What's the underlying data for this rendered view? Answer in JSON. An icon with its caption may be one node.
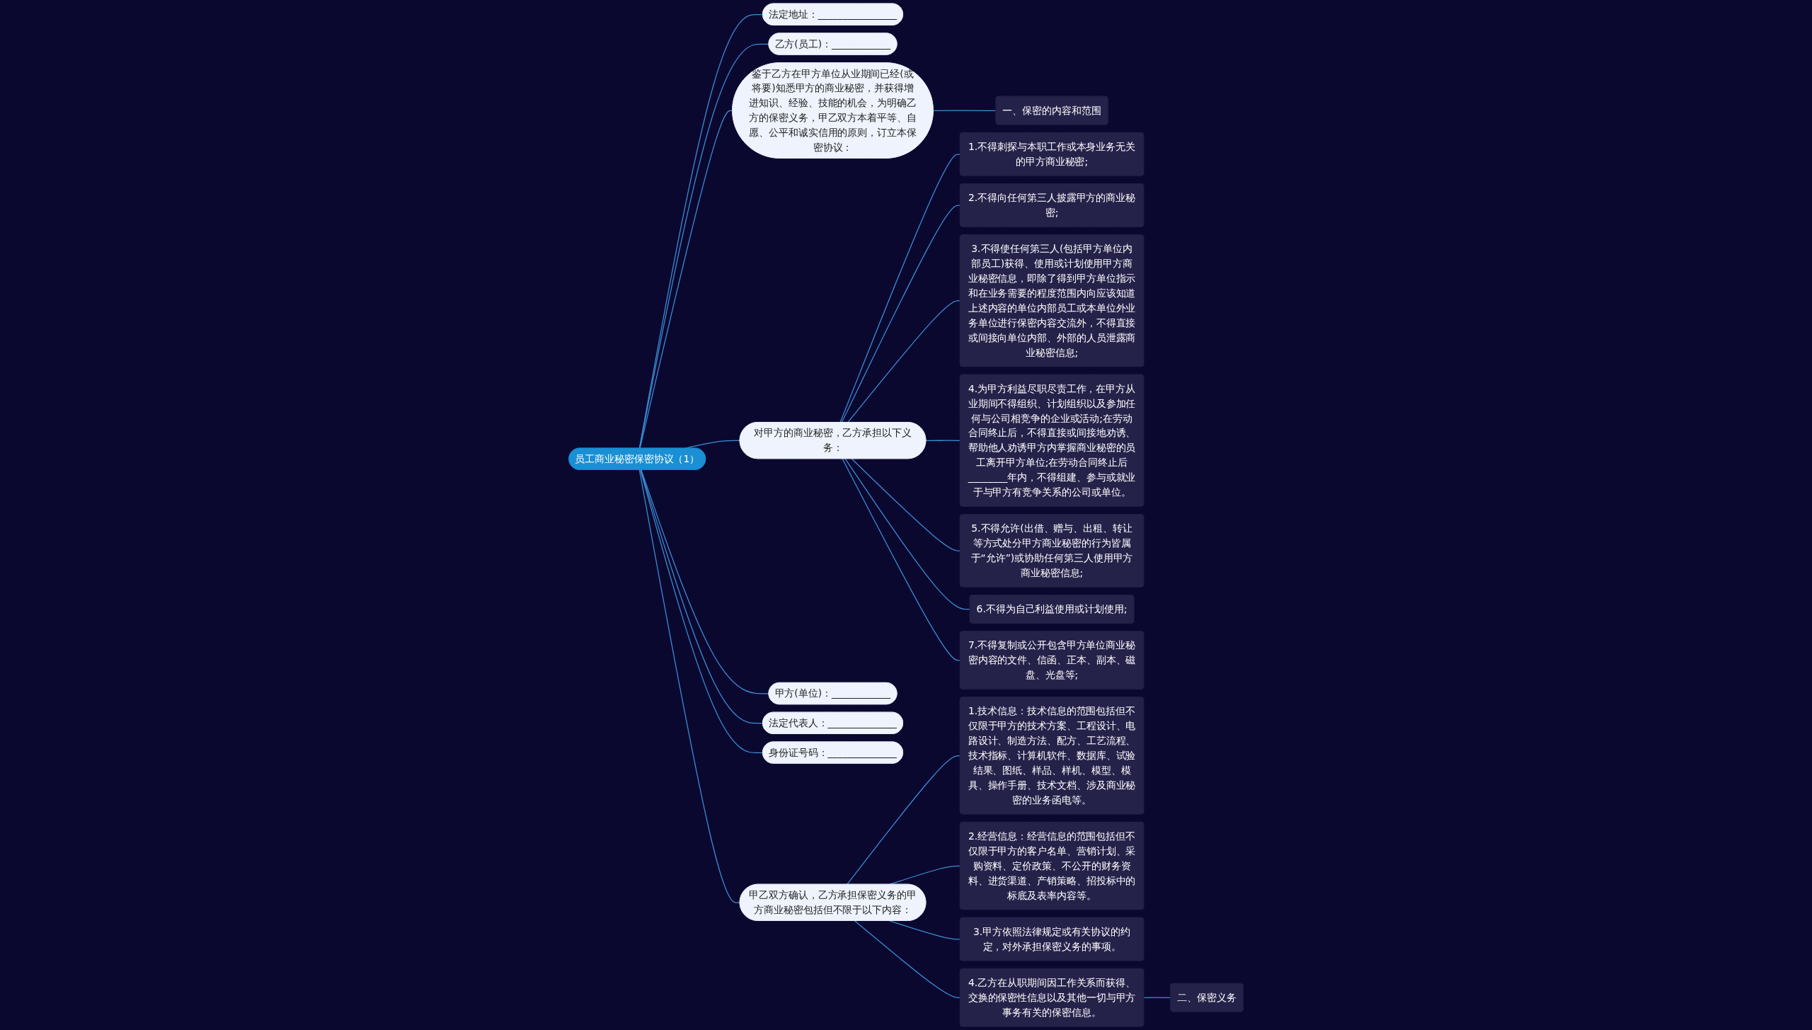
{
  "diagram": {
    "nodes": [
      {
        "text": [
          "员工商业秘密保密协议（1）"
        ]
      },
      {
        "text": [
          "法定地址：________________"
        ]
      },
      {
        "text": [
          "乙方(员工)：____________"
        ]
      },
      {
        "text": [
          "鉴于乙方在甲方单位从业期间已经(或将要)知悉甲方的商业秘密，并获得增进知识、经验、技能的机会，为明确乙方的保密义务，甲乙双方本着平等、自愿、公平和诚实信用的原则，订立本保密协议："
        ]
      },
      {
        "text": [
          "一、保密的内容和范围"
        ]
      },
      {
        "text": [
          "对甲方的商业秘密，乙方承担以下义务："
        ]
      },
      {
        "text": [
          "1.不得刺探与本职工作或本身业务无关的甲方商业秘密;"
        ]
      },
      {
        "text": [
          "2.不得向任何第三人披露甲方的商业秘密;"
        ]
      },
      {
        "text": [
          "3.不得使任何第三人(包括甲方单位内部员工)获得、使用或计划使用甲方商业秘密信息，即除了得到甲方单位指示和在业务需要的程度范围内向应该知道上述内容的单位内部员工或本单位外业务单位进行保密内容交流外，不得直接或间接向单位内部、外部的人员泄露商业秘密信息;"
        ]
      },
      {
        "text": [
          "4.为甲方利益尽职尽责工作，在甲方从业期间不得组织、计划组织以及参加任何与公司相竞争的企业或活动;在劳动合同终止后，不得直接或间接地劝诱、帮助他人劝诱甲方内掌握商业秘密的员工离开甲方单位;在劳动合同终止后________年内，不得组建、参与或就业于与甲方有竞争关系的公司或单位。"
        ]
      },
      {
        "text": [
          "5.不得允许(出借、赠与、出租、转让等方式处分甲方商业秘密的行为皆属于“允许”)或协助任何第三人使用甲方商业秘密信息;"
        ]
      },
      {
        "text": [
          "6.不得为自己利益使用或计划使用;"
        ]
      },
      {
        "text": [
          "7.不得复制或公开包含甲方单位商业秘密内容的文件、信函、正本、副本、磁盘、光盘等;"
        ]
      },
      {
        "text": [
          "甲方(单位)：____________"
        ]
      },
      {
        "text": [
          "法定代表人：______________"
        ]
      },
      {
        "text": [
          "身份证号码：______________"
        ]
      },
      {
        "text": [
          "甲乙双方确认，乙方承担保密义务的甲方商业秘密包括但不限于以下内容："
        ]
      },
      {
        "text": [
          "1.技术信息：技术信息的范围包括但不仅限于甲方的技术方案、工程设计、电路设计、制造方法、配方、工艺流程、技术指标、计算机软件、数据库、试验结果、图纸、样品、样机、模型、模具、操作手册、技术文档、涉及商业秘密的业务函电等。"
        ]
      },
      {
        "text": [
          "2.经营信息：经营信息的范围包括但不仅限于甲方的客户名单、营销计划、采购资料、定价政策、不公开的财务资料、进货渠道、产销策略、招投标中的标底及表率内容等。"
        ]
      },
      {
        "text": [
          "3.甲方依照法律规定或有关协议的约定，对外承担保密义务的事项。"
        ]
      },
      {
        "text": [
          "4.乙方在从职期间因工作关系而获得、交换的保密性信息以及其他一切与甲方事务有关的保密信息。"
        ]
      },
      {
        "text": [
          "二、保密义务"
        ]
      }
    ],
    "edges": [
      {
        "from": 0,
        "to": 1,
        "arrow": "none"
      },
      {
        "from": 0,
        "to": 2,
        "arrow": "none"
      },
      {
        "from": 0,
        "to": 3,
        "arrow": "none"
      },
      {
        "from": 3,
        "to": 4,
        "arrow": "none"
      },
      {
        "from": 0,
        "to": 5,
        "arrow": "none"
      },
      {
        "from": 5,
        "to": 6,
        "arrow": "none"
      },
      {
        "from": 5,
        "to": 7,
        "arrow": "none"
      },
      {
        "from": 5,
        "to": 8,
        "arrow": "none"
      },
      {
        "from": 5,
        "to": 9,
        "arrow": "none"
      },
      {
        "from": 5,
        "to": 10,
        "arrow": "none"
      },
      {
        "from": 5,
        "to": 11,
        "arrow": "none"
      },
      {
        "from": 5,
        "to": 12,
        "arrow": "none"
      },
      {
        "from": 0,
        "to": 13,
        "arrow": "none"
      },
      {
        "from": 0,
        "to": 14,
        "arrow": "none"
      },
      {
        "from": 0,
        "to": 15,
        "arrow": "none"
      },
      {
        "from": 0,
        "to": 16,
        "arrow": "none"
      },
      {
        "from": 16,
        "to": 17,
        "arrow": "none"
      },
      {
        "from": 16,
        "to": 18,
        "arrow": "none"
      },
      {
        "from": 16,
        "to": 19,
        "arrow": "none"
      },
      {
        "from": 16,
        "to": 20,
        "arrow": "none"
      },
      {
        "from": 20,
        "to": 21,
        "arrow": "none"
      }
    ]
  }
}
